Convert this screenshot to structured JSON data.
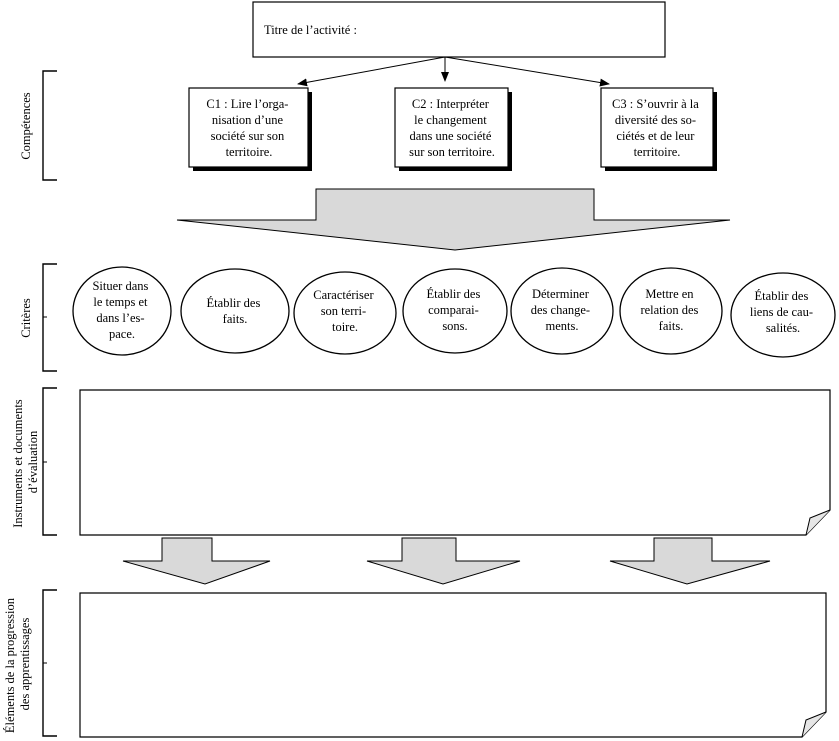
{
  "title_box": {
    "label": "Titre de l’activité :"
  },
  "side_labels": {
    "competences": [
      "Compétences"
    ],
    "criteres": [
      "Critères"
    ],
    "instruments": [
      "Instruments et documents",
      "d’évaluation"
    ],
    "progression": [
      "Éléments de la progression",
      "des apprentissages"
    ]
  },
  "competences": [
    {
      "lines": [
        "C1 : Lire l’orga-",
        "nisation d’une",
        "société sur son",
        "territoire."
      ]
    },
    {
      "lines": [
        "C2 : Interpréter",
        "le changement",
        "dans une société",
        "sur son territoire."
      ]
    },
    {
      "lines": [
        "C3 : S’ouvrir à la",
        "diversité des so-",
        "ciétés et de leur",
        "territoire."
      ]
    }
  ],
  "criteres": [
    {
      "lines": [
        "Situer dans",
        "le temps et",
        "dans l’es-",
        "pace."
      ]
    },
    {
      "lines": [
        "Établir des",
        "faits."
      ]
    },
    {
      "lines": [
        "Caractériser",
        "son terri-",
        "toire."
      ]
    },
    {
      "lines": [
        "Établir des",
        "comparai-",
        "sons."
      ]
    },
    {
      "lines": [
        "Déterminer",
        "des change-",
        "ments."
      ]
    },
    {
      "lines": [
        "Mettre en",
        "relation des",
        "faits."
      ]
    },
    {
      "lines": [
        "Établir des",
        "liens de cau-",
        "salités."
      ]
    }
  ],
  "colors": {
    "arrow_fill": "#d9d9d9",
    "stroke": "#000000"
  }
}
